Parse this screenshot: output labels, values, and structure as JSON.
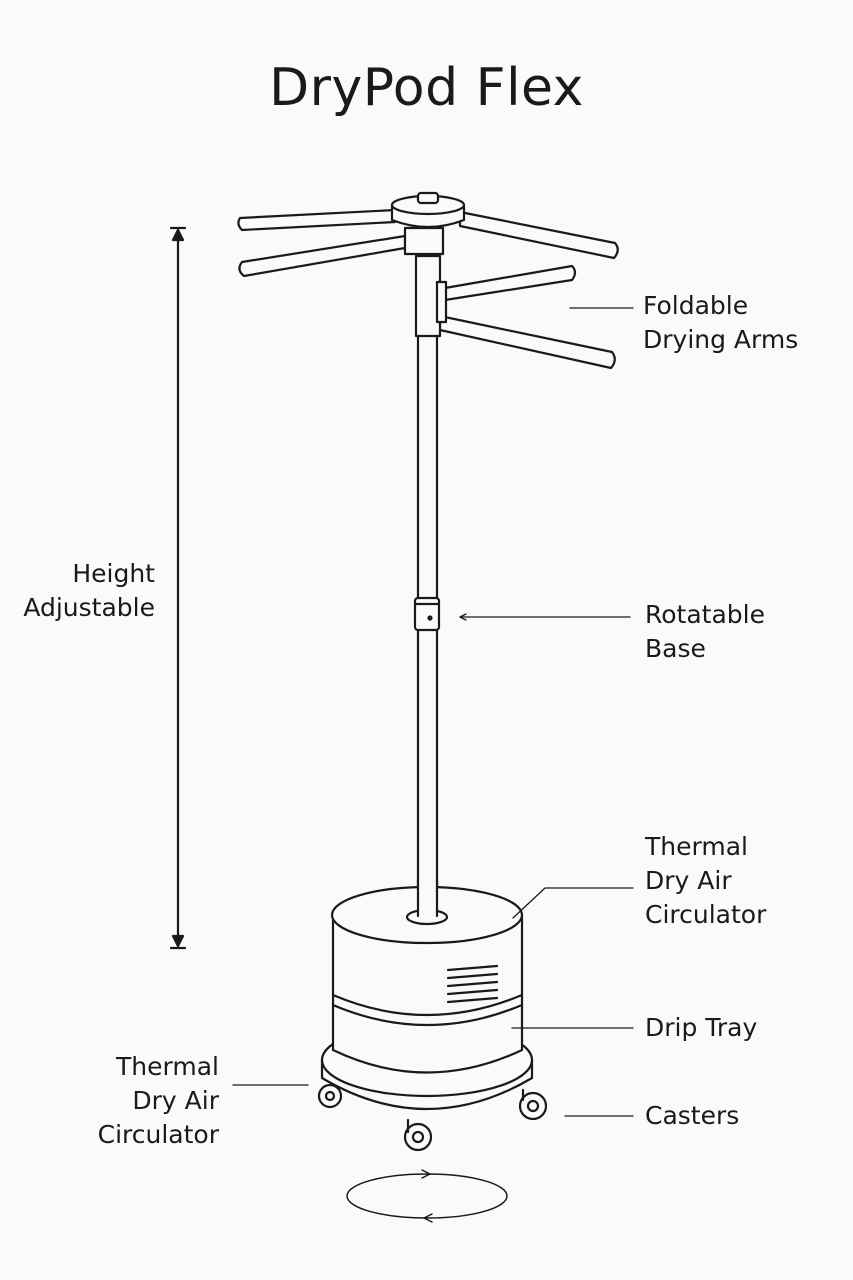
{
  "title": "DryPod Flex",
  "labels": {
    "foldable_arms": [
      "Foldable",
      "Drying Arms"
    ],
    "rotatable_base": [
      "Rotatable",
      "Base"
    ],
    "thermal_right": [
      "Thermal",
      "Dry Air",
      "Circulator"
    ],
    "drip_tray": [
      "Drip Tray"
    ],
    "casters": [
      "Casters"
    ],
    "thermal_left": [
      "Thermal",
      "Dry Air",
      "Circulator"
    ],
    "height": [
      "Height",
      "Adjustable"
    ]
  }
}
